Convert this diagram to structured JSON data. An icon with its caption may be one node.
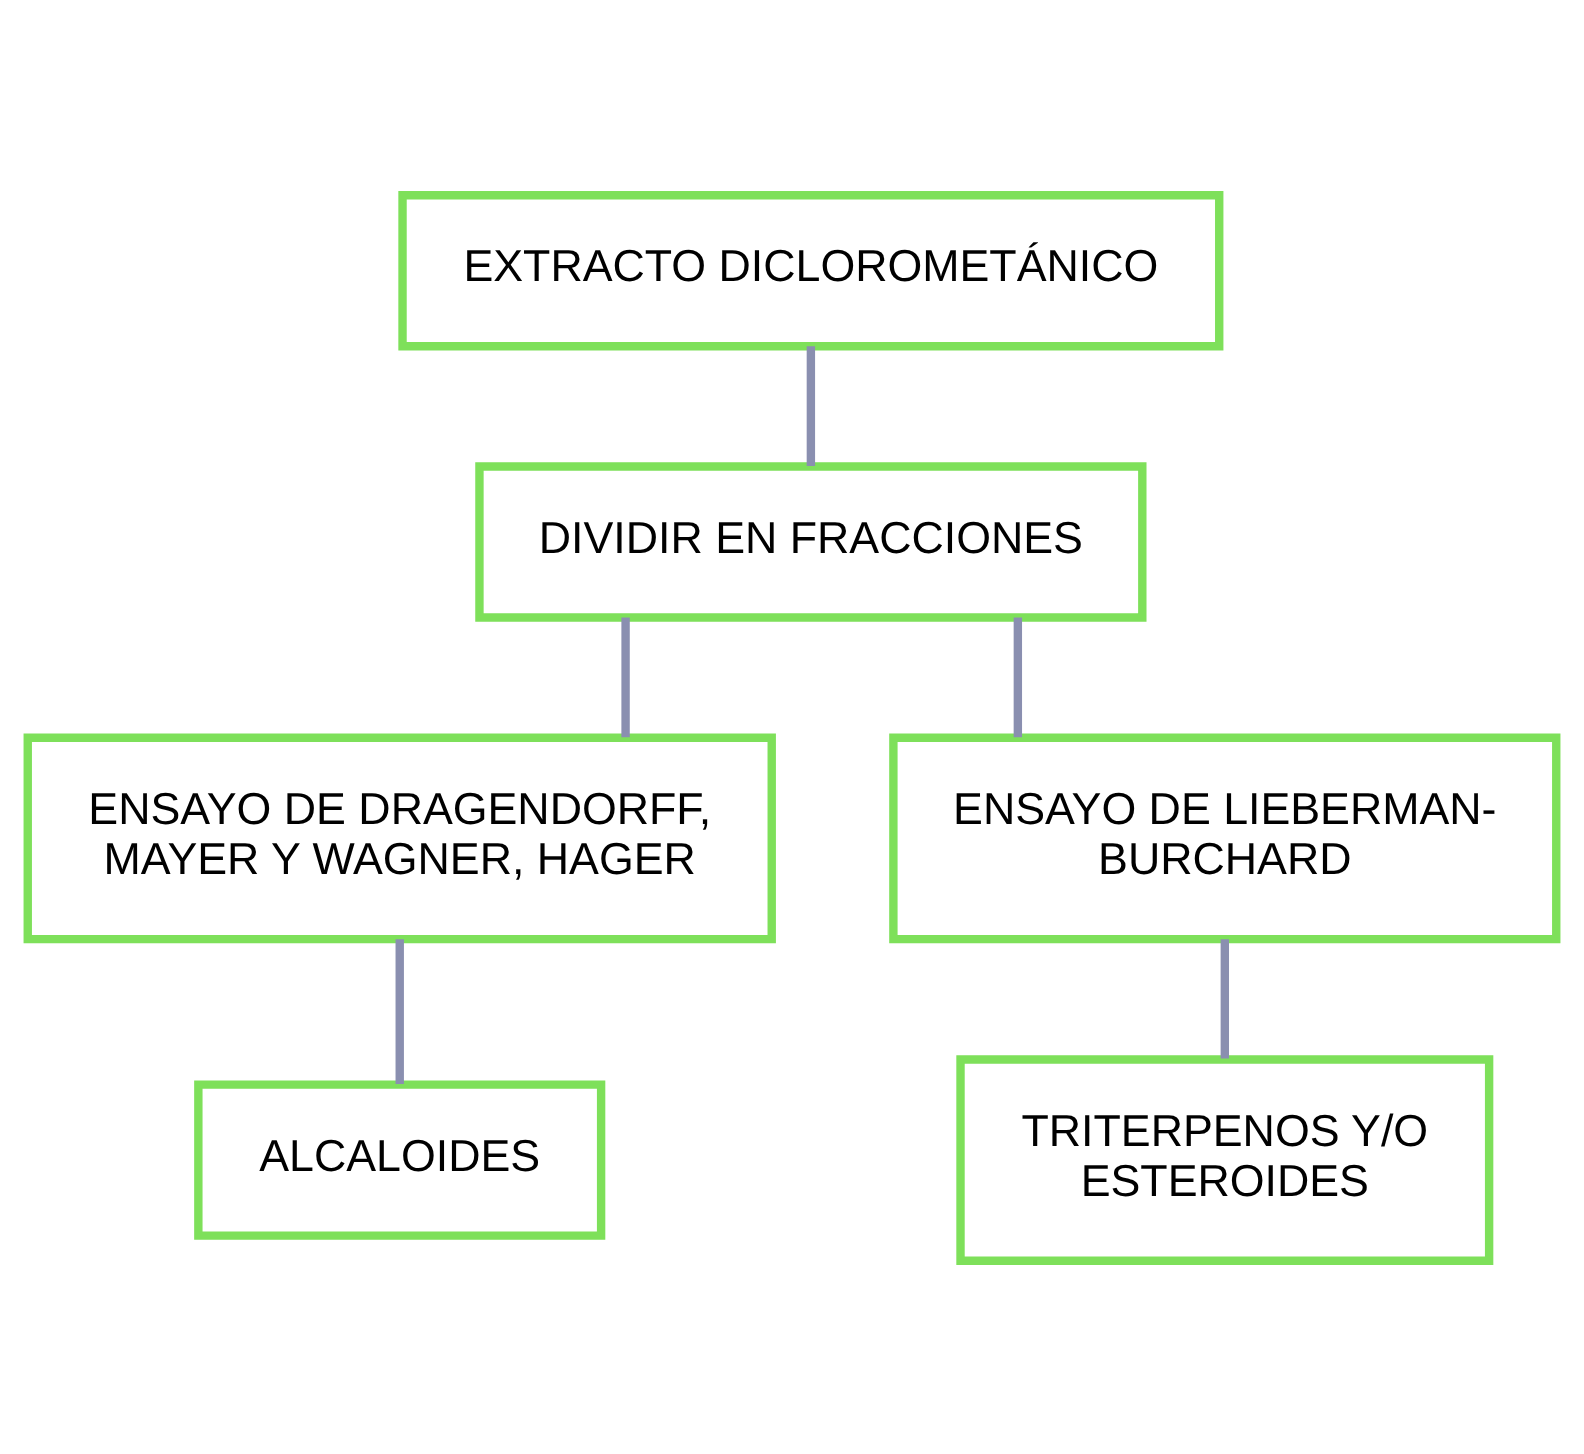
{
  "diagram": {
    "nodes": [
      {
        "text": [
          "EXTRACTO DICLOROMETÁNICO"
        ]
      },
      {
        "text": [
          "DIVIDIR EN FRACCIONES"
        ]
      },
      {
        "text": [
          "ENSAYO DE DRAGENDORFF, MAYER Y WAGNER, HAGER"
        ]
      },
      {
        "text": [
          "ENSAYO DE LIEBERMAN- BURCHARD"
        ]
      },
      {
        "text": [
          "ALCALOIDES"
        ]
      },
      {
        "text": [
          "TRITERPENOS Y/O ESTEROIDES"
        ]
      }
    ],
    "edges": [
      {
        "from": 0,
        "to": 1,
        "arrow": "none"
      },
      {
        "from": 1,
        "to": 2,
        "arrow": "none"
      },
      {
        "from": 1,
        "to": 3,
        "arrow": "none"
      },
      {
        "from": 2,
        "to": 4,
        "arrow": "none"
      },
      {
        "from": 3,
        "to": 5,
        "arrow": "none"
      }
    ]
  }
}
